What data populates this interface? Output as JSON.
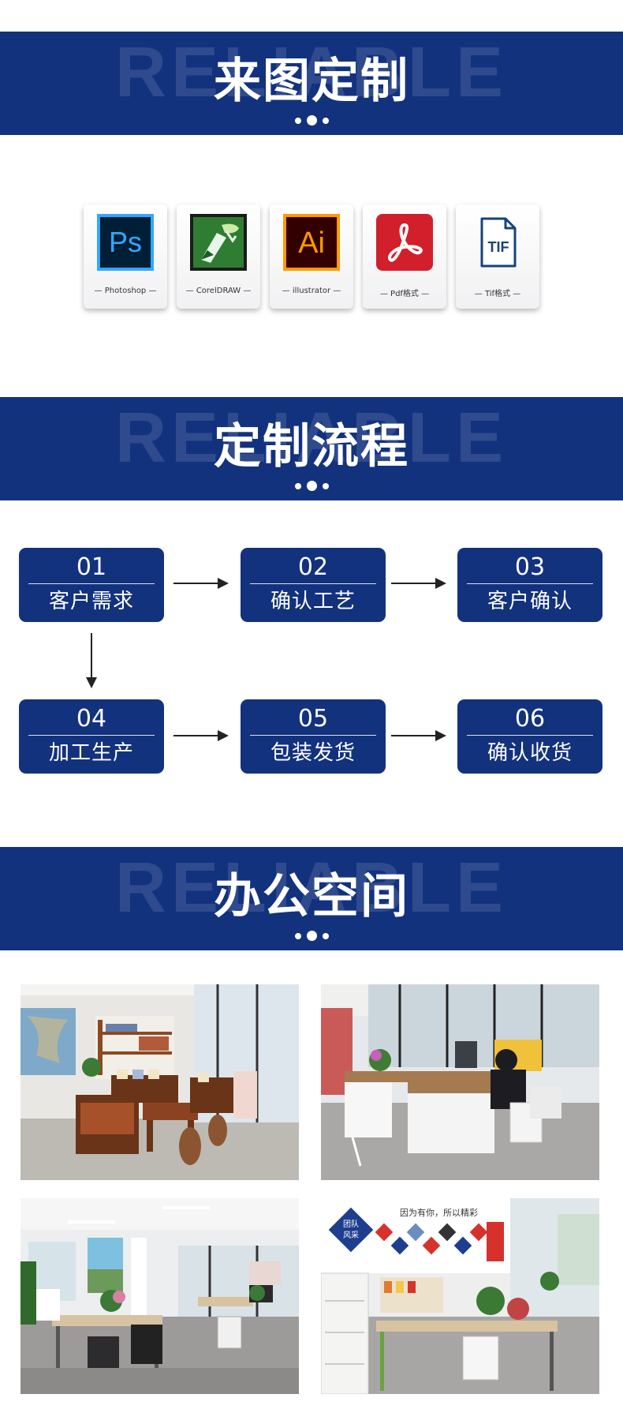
{
  "watermark": "RELIABLE",
  "sections": {
    "custom": {
      "title": "来图定制"
    },
    "process": {
      "title": "定制流程"
    },
    "office": {
      "title": "办公空间"
    }
  },
  "software": [
    {
      "label": "— Photoshop —",
      "icon": "photoshop-icon",
      "glyph": "Ps",
      "color": "#31a8ff",
      "bg": "#001e36"
    },
    {
      "label": "— CorelDRAW —",
      "icon": "coreldraw-icon",
      "color": "#2e7d32"
    },
    {
      "label": "— illustrator —",
      "icon": "illustrator-icon",
      "glyph": "Ai",
      "color": "#ff9a00",
      "bg": "#330000"
    },
    {
      "label": "—  Pdf格式  —",
      "icon": "pdf-icon",
      "color": "#d1202b"
    },
    {
      "label": "—  Tif格式  —",
      "icon": "tif-file-icon",
      "glyph": "TIF",
      "color": "#17427e"
    }
  ],
  "steps": [
    {
      "num": "01",
      "label": "客户需求"
    },
    {
      "num": "02",
      "label": "确认工艺"
    },
    {
      "num": "03",
      "label": "客户确认"
    },
    {
      "num": "04",
      "label": "加工生产"
    },
    {
      "num": "05",
      "label": "包装发货"
    },
    {
      "num": "06",
      "label": "确认收货"
    }
  ],
  "office_photos": [
    {
      "scene": "reception-lounge"
    },
    {
      "scene": "staff-workstation"
    },
    {
      "scene": "open-office"
    },
    {
      "scene": "team-wall"
    }
  ],
  "photo_text": {
    "team_badge_line1": "团队",
    "team_badge_line2": "风采",
    "team_slogan": "因为有你，所以精彩"
  },
  "colors": {
    "brand_blue": "#13327e"
  }
}
